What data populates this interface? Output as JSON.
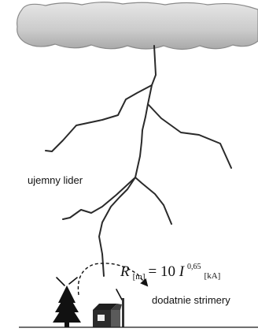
{
  "labels": {
    "leader": "ujemny lider",
    "streamers": "dodatnie strimery"
  },
  "formula": {
    "lhs_symbol": "R",
    "lhs_subscript": "[m]",
    "equals_coef": "= 10 ",
    "current_symbol": "I",
    "exponent": "0,65",
    "current_subscript": "[kA]"
  },
  "colors": {
    "cloud_fill": "#c9c9c9",
    "cloud_edge": "#8a8a8a",
    "lightning": "#2a2a2a",
    "ground": "#1a1a1a",
    "tree": "#111111"
  }
}
